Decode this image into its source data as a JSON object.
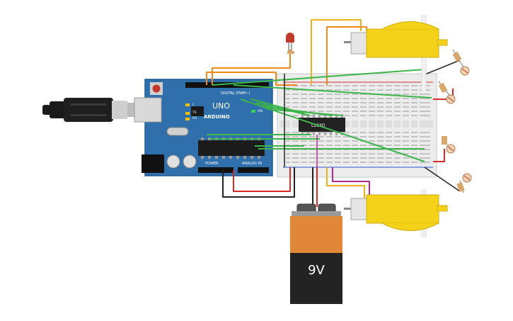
{
  "arduino": {
    "brand": "ARDUINO",
    "model": "UNO",
    "digital_label": "DIGITAL (PWM~)",
    "power_label": "POWER",
    "analog_label": "ANALOG IN",
    "tx_label": "TX",
    "rx_label": "RX",
    "l_label": "L",
    "on_label": "ON"
  },
  "driver_chip": {
    "label": "L293D"
  },
  "battery": {
    "label": "9V"
  },
  "colors": {
    "board": "#2f6fab",
    "breadboard": "#ececec",
    "motor": "#f4d21a",
    "wire_green": "#3cb54a",
    "wire_red": "#d62b2b",
    "wire_orange": "#f08a1c",
    "wire_yellow": "#e8b21a",
    "wire_black": "#222222",
    "wire_purple": "#b02a8e"
  },
  "icons": {
    "usb_cable": "usb-cable-icon",
    "led": "led-icon",
    "motor": "dc-motor-icon",
    "photoresistor": "photoresistor-icon",
    "resistor": "resistor-icon"
  }
}
